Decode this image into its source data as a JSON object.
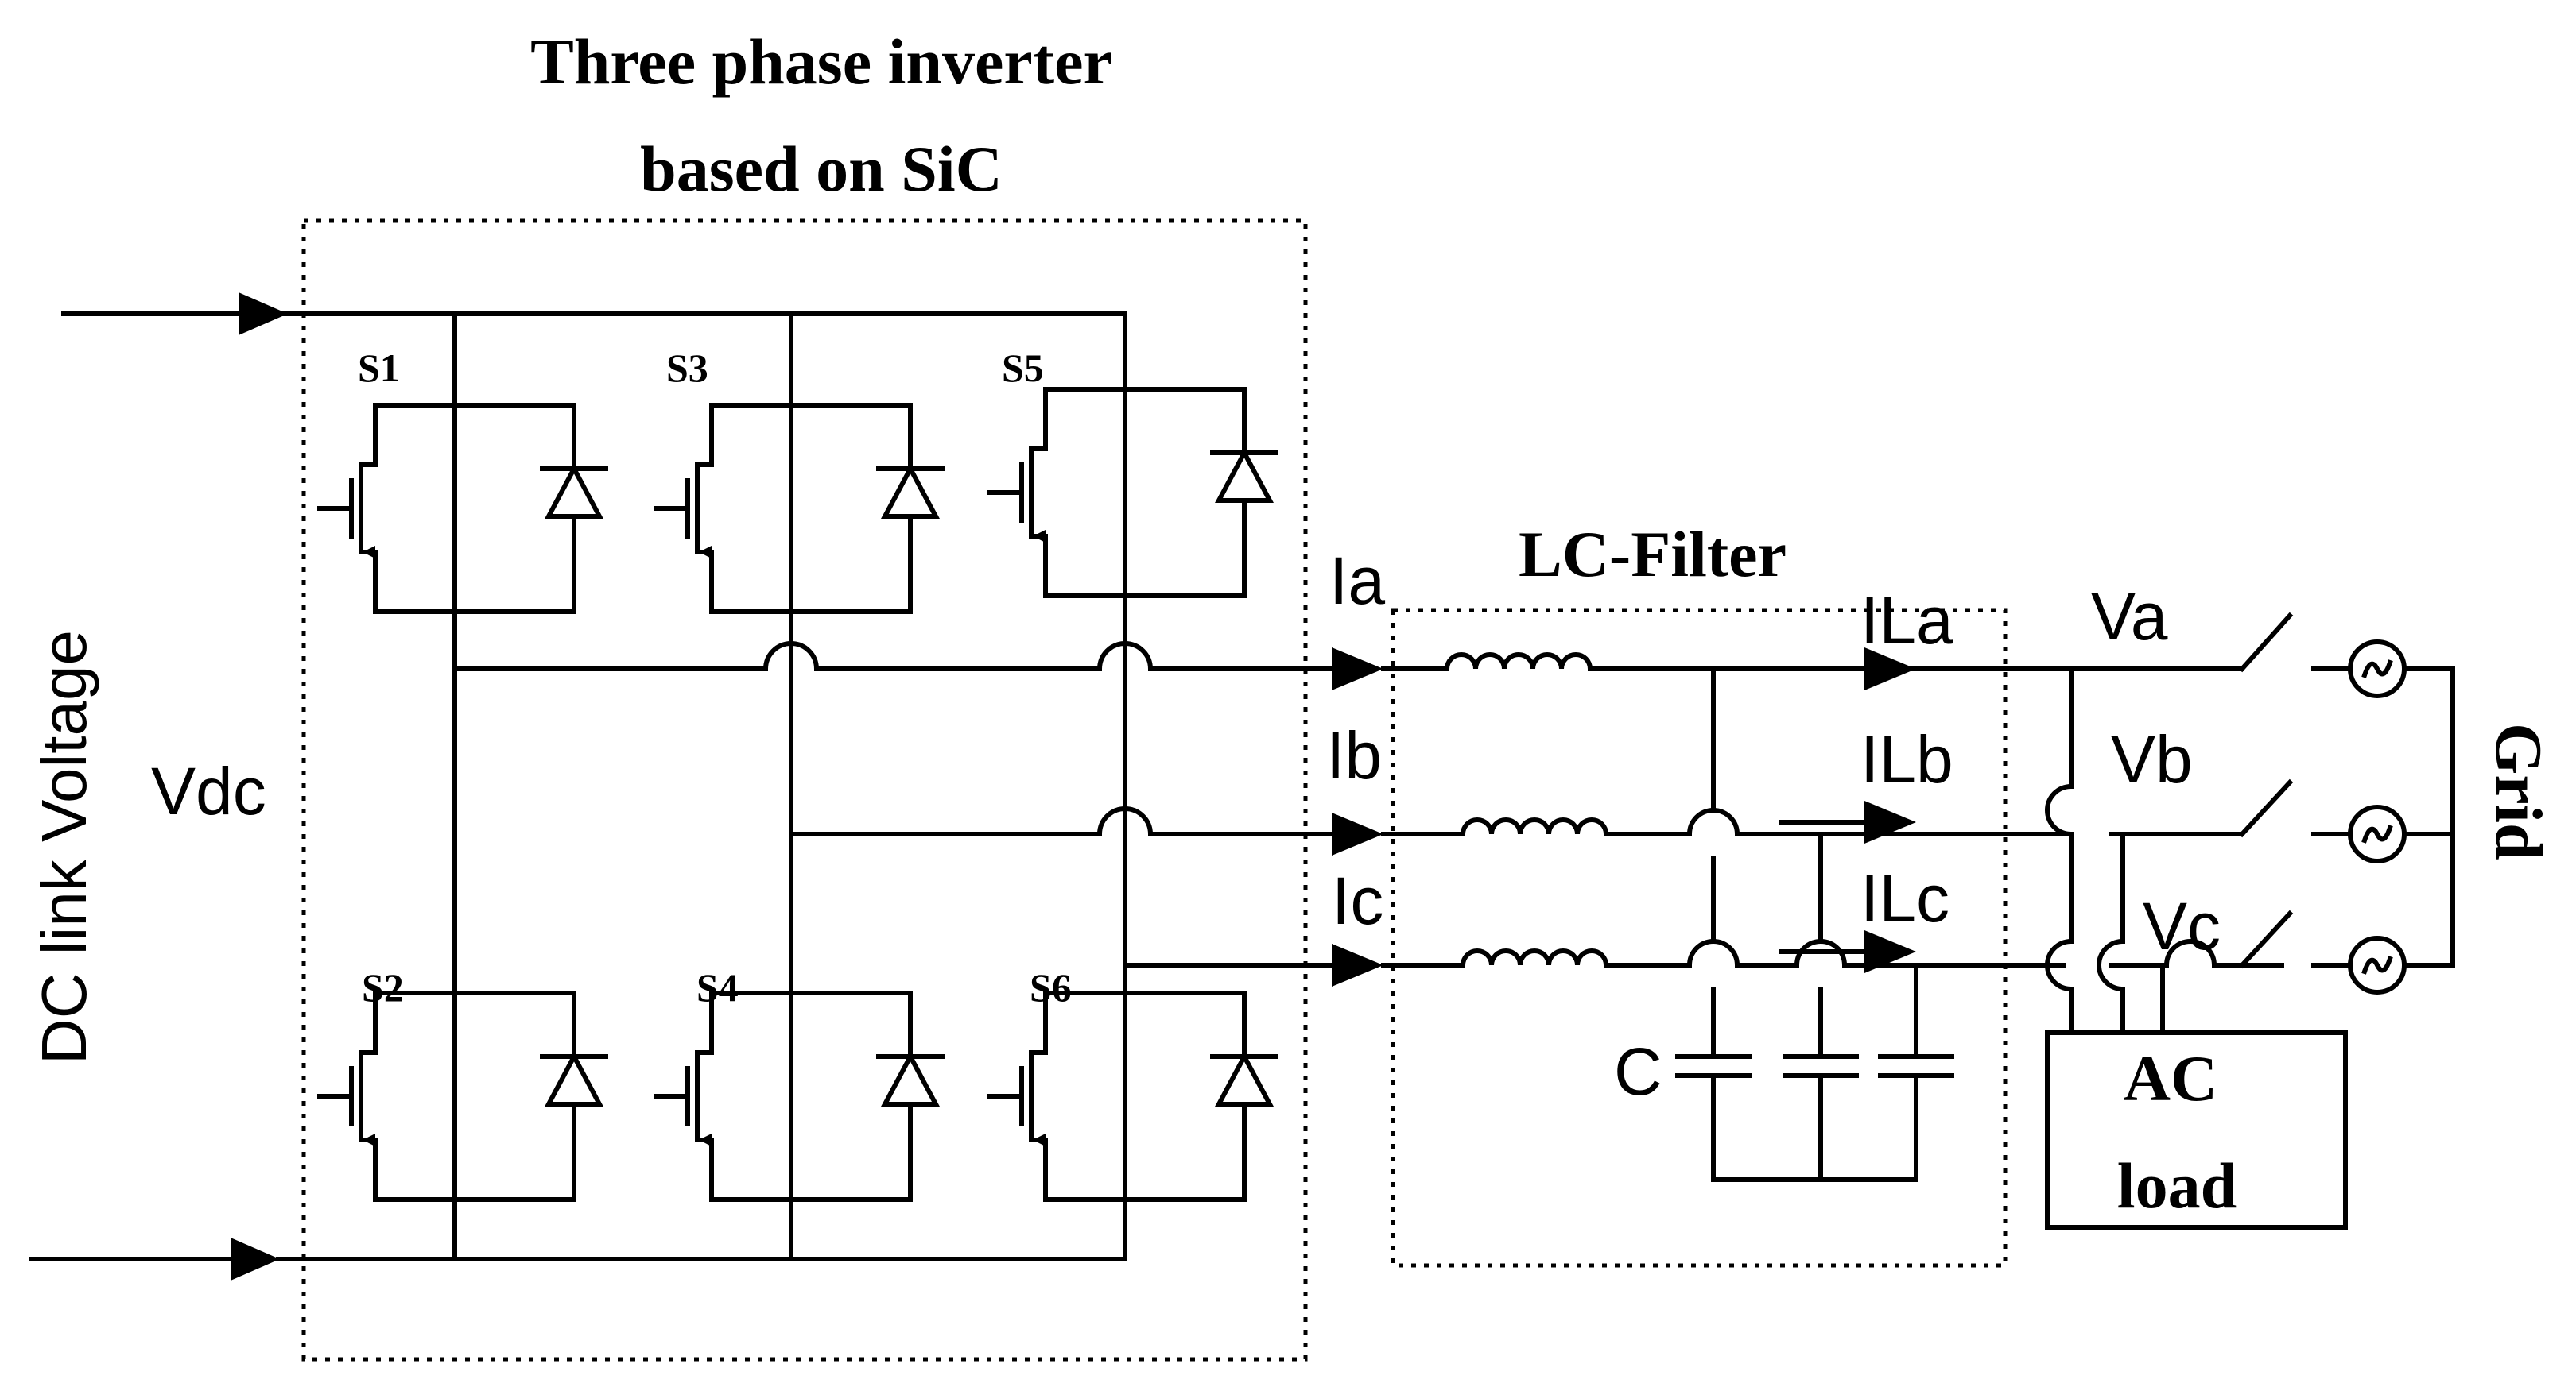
{
  "title": {
    "line1": "Three phase inverter",
    "line2": "based on SiC"
  },
  "dc_label": "DC link Voltage",
  "vdc_label": "Vdc",
  "switch_labels": [
    "S1",
    "S3",
    "S5",
    "S2",
    "S4",
    "S6"
  ],
  "lc_filter_label": "LC-Filter",
  "inverter_currents": [
    "Ia",
    "Ib",
    "Ic"
  ],
  "filter_currents": [
    "ILa",
    "ILb",
    "ILc"
  ],
  "voltages": [
    "Va",
    "Vb",
    "Vc"
  ],
  "capacitor_label": "C",
  "ac_load": {
    "line1": "AC",
    "line2": "load"
  },
  "grid_label": "Grid"
}
